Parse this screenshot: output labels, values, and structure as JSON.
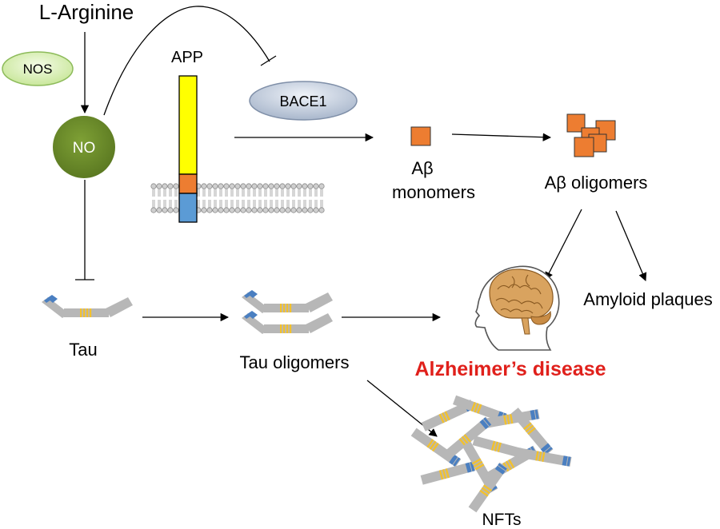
{
  "labels": {
    "l_arginine": "L-Arginine",
    "nos": "NOS",
    "no": "NO",
    "app": "APP",
    "bace1": "BACE1",
    "abeta_monomers_line1": "Aβ",
    "abeta_monomers_line2": "monomers",
    "abeta_oligomers": "Aβ oligomers",
    "amyloid_plaques": "Amyloid plaques",
    "tau": "Tau",
    "tau_oligomers": "Tau oligomers",
    "alzheimers": "Alzheimer’s disease",
    "nfts": "NFTs"
  },
  "colors": {
    "nos_fill": "#e3f5c4",
    "nos_stroke": "#8dbb5a",
    "no_fill": "#6b8a2a",
    "bace1_fill": "#cdd6e4",
    "app_yellow": "#ffff00",
    "app_orange": "#ed7d31",
    "app_blue": "#5b9bd5",
    "abeta": "#ed7d31",
    "tau_gray": "#b7b7b7",
    "tau_blue": "#4a7fc1",
    "tau_yellow": "#f2c12e",
    "disease_red": "#e0201b",
    "brain": "#d9a35f"
  },
  "icons": {
    "brain": "head-with-brain-icon",
    "membrane": "lipid-bilayer-icon"
  }
}
